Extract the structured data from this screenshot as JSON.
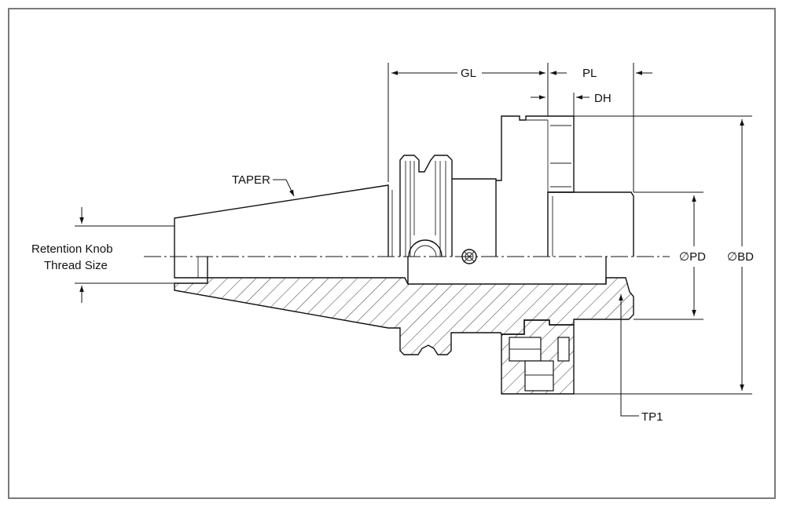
{
  "drawing": {
    "labels": {
      "gl": "GL",
      "pl": "PL",
      "dh": "DH",
      "taper": "TAPER",
      "retention_line1": "Retention Knob",
      "retention_line2": "Thread Size",
      "pd": "∅PD",
      "bd": "∅BD",
      "tp1": "TP1"
    }
  }
}
